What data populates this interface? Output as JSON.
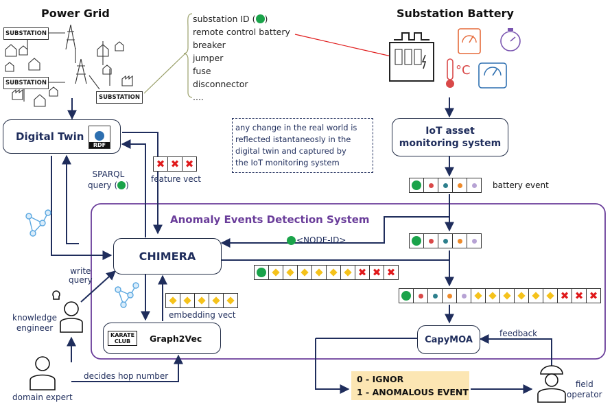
{
  "headings": {
    "power_grid": "Power Grid",
    "substation_battery": "Substation Battery"
  },
  "power_grid_labels": [
    "SUBSTATION",
    "SUBSTATION",
    "SUBSTATION"
  ],
  "battery_list": {
    "items": [
      "substation ID (",
      "remote control battery",
      "breaker",
      "jumper",
      "fuse",
      "disconnector",
      "...."
    ],
    "id_suffix": ")"
  },
  "note": {
    "lines": [
      "any change in the real world is",
      "reflected istantaneosly in the",
      "digital twin and captured by",
      "the IoT monitoring system"
    ]
  },
  "boxes": {
    "digital_twin": "Digital Twin",
    "rdf": "RDF",
    "iot_line1": "IoT asset",
    "iot_line2": "monitoring system",
    "chimera": "CHIMERA",
    "karate_line1": "KARATE",
    "karate_line2": "CLUB",
    "graph2vec": "Graph2Vec",
    "capymoa": "CapyMOA"
  },
  "system_title": "Anomaly Events Detection System",
  "labels": {
    "sparql_line1": "SPARQL",
    "sparql_line2": "query (",
    "sparql_suffix": ")",
    "feature_vect": "feature vect",
    "battery_event": "battery event",
    "node_id": "<NODE-ID>",
    "embedding_vect": "embedding vect",
    "write_query_line1": "write",
    "write_query_line2": "query",
    "knowledge_line1": "knowledge",
    "knowledge_line2": "engineer",
    "domain_expert": "domain expert",
    "decides_hop": "decides hop number",
    "feedback": "feedback",
    "field_line1": "field",
    "field_line2": "operator"
  },
  "output": {
    "line1": "0 - IGNOR",
    "line2": "1 - ANOMALOUS EVENT"
  },
  "colors": {
    "arrow": "#1f2d5c",
    "system_border": "#6a3d9a",
    "system_title": "#6a3d9a",
    "green": "#1aa34a",
    "red_dot": "#d94848",
    "teal": "#2d7f8c",
    "orange": "#ee8a2a",
    "lavender": "#b7a2d4",
    "yellow": "#f5c21b",
    "x_red": "#e0191b",
    "output_bg": "#fce6b3",
    "red_line": "#e01b1b",
    "olive_line": "#9aa06a"
  }
}
